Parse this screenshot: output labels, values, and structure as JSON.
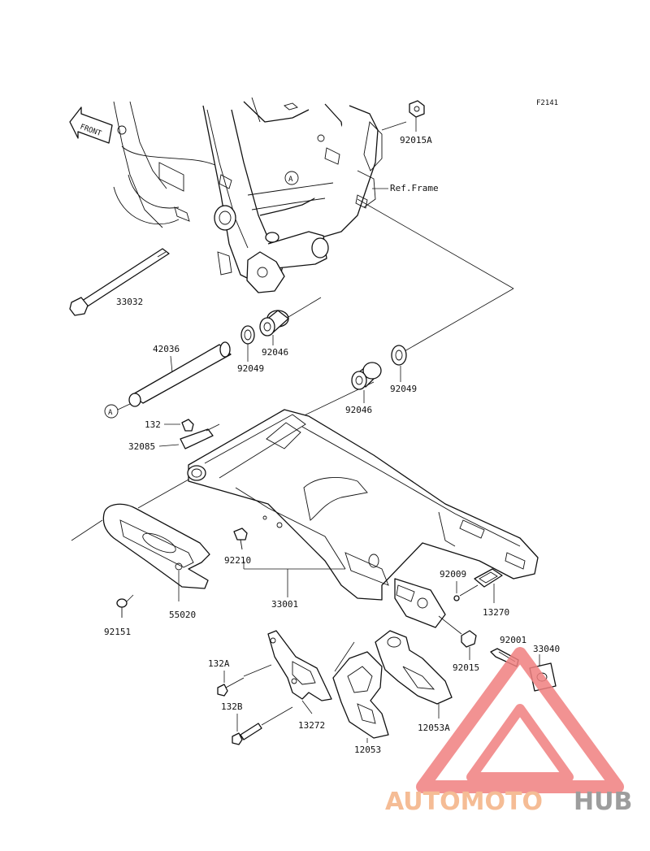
{
  "diagram_code": "F2141",
  "front_label": "FRONT",
  "ref_frame_label": "Ref.Frame",
  "ref_marker": "A",
  "parts": [
    {
      "id": "p-92015a",
      "label": "92015A"
    },
    {
      "id": "p-33032",
      "label": "33032"
    },
    {
      "id": "p-92046-upper",
      "label": "92046"
    },
    {
      "id": "p-92049-upper",
      "label": "92049"
    },
    {
      "id": "p-42036",
      "label": "42036"
    },
    {
      "id": "p-92046-lower",
      "label": "92046"
    },
    {
      "id": "p-92049-lower",
      "label": "92049"
    },
    {
      "id": "p-132",
      "label": "132"
    },
    {
      "id": "p-32085",
      "label": "32085"
    },
    {
      "id": "p-92210",
      "label": "92210"
    },
    {
      "id": "p-33001",
      "label": "33001"
    },
    {
      "id": "p-92009",
      "label": "92009"
    },
    {
      "id": "p-13270",
      "label": "13270"
    },
    {
      "id": "p-92151",
      "label": "92151"
    },
    {
      "id": "p-55020",
      "label": "55020"
    },
    {
      "id": "p-92001",
      "label": "92001"
    },
    {
      "id": "p-33040",
      "label": "33040"
    },
    {
      "id": "p-92015",
      "label": "92015"
    },
    {
      "id": "p-132a",
      "label": "132A"
    },
    {
      "id": "p-132b",
      "label": "132B"
    },
    {
      "id": "p-13272",
      "label": "13272"
    },
    {
      "id": "p-12053a",
      "label": "12053A"
    },
    {
      "id": "p-12053",
      "label": "12053"
    }
  ],
  "watermark": {
    "text_a": "AUTOMOTO",
    "text_b": "HUB",
    "color_a": "#f4b183",
    "color_b": "#8c8c8c",
    "triangle_color": "#f08080"
  }
}
